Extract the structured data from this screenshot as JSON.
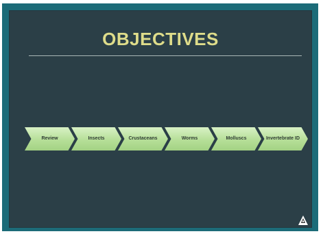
{
  "slide": {
    "title": "OBJECTIVES",
    "steps": [
      "Review",
      "Insects",
      "Crustaceans",
      "Worms",
      "Molluscs",
      "Invertebrate ID"
    ]
  },
  "colors": {
    "frame": "#1c6b78",
    "panel": "#2b3f47",
    "title": "#dedc8a",
    "chevron_light": "#d8f1c5",
    "chevron_dark": "#a3d284"
  },
  "icons": {
    "corner_logo": "mountain-logo-icon"
  }
}
